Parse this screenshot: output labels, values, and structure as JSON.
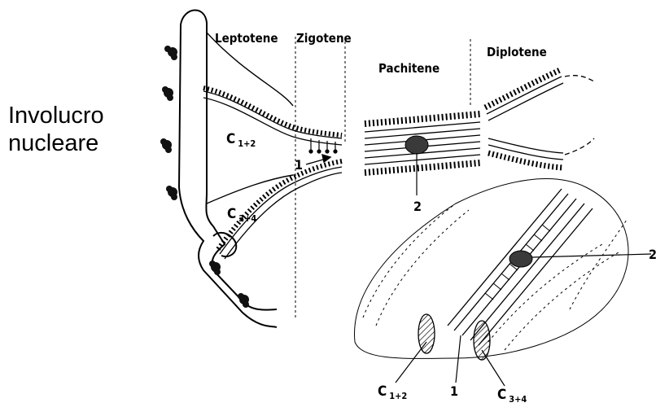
{
  "side_label": {
    "line1": "Involucro",
    "line2": "nucleare"
  },
  "stages": {
    "leptotene": "Leptotene",
    "zigotene": "Zigotene",
    "pachitene": "Pachitene",
    "diplotene": "Diplotene"
  },
  "chromosome_labels": {
    "c12": {
      "base": "C",
      "sub": "1+2"
    },
    "c34": {
      "base": "C",
      "sub": "3+4"
    },
    "c12_bottom": {
      "base": "C",
      "sub": "1+2"
    },
    "c34_bottom": {
      "base": "C",
      "sub": "3+4"
    }
  },
  "numbers": {
    "one_left": "1",
    "two_center": "2",
    "two_right": "2",
    "one_bottom": "1"
  },
  "colors": {
    "ink": "#000000",
    "nodule": "#3a3a3a",
    "background": "#ffffff"
  }
}
